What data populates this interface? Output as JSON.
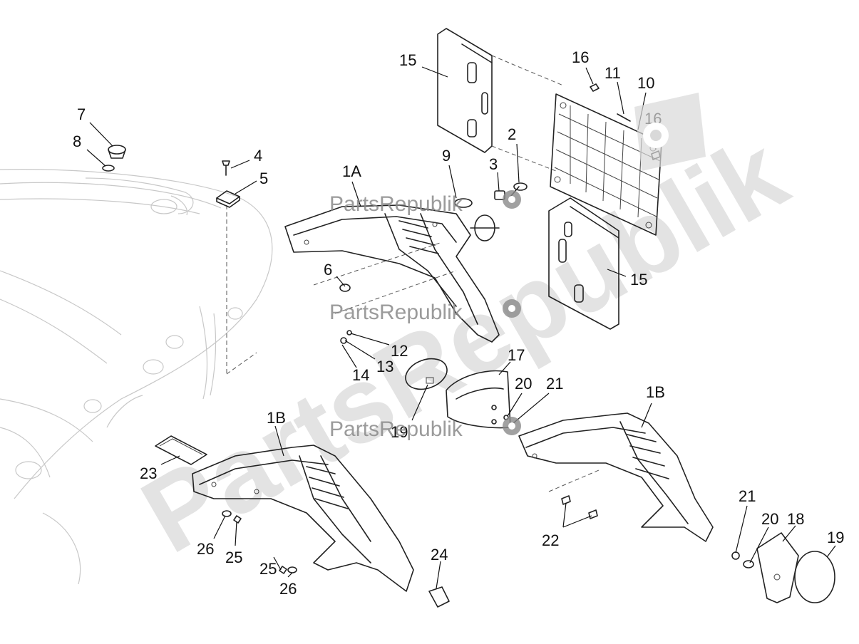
{
  "watermark": {
    "big_text": "PartsRepublik",
    "small_text": "PartsRepublik"
  },
  "callouts": [
    {
      "id": "c15a",
      "label": "15"
    },
    {
      "id": "c16a",
      "label": "16"
    },
    {
      "id": "c11",
      "label": "11"
    },
    {
      "id": "c10",
      "label": "10"
    },
    {
      "id": "c16b",
      "label": "16"
    },
    {
      "id": "c7",
      "label": "7"
    },
    {
      "id": "c8",
      "label": "8"
    },
    {
      "id": "c4",
      "label": "4"
    },
    {
      "id": "c5",
      "label": "5"
    },
    {
      "id": "c1a",
      "label": "1A"
    },
    {
      "id": "c9",
      "label": "9"
    },
    {
      "id": "c3",
      "label": "3"
    },
    {
      "id": "c2",
      "label": "2"
    },
    {
      "id": "c6",
      "label": "6"
    },
    {
      "id": "c15b",
      "label": "15"
    },
    {
      "id": "c12",
      "label": "12"
    },
    {
      "id": "c13",
      "label": "13"
    },
    {
      "id": "c14",
      "label": "14"
    },
    {
      "id": "c17",
      "label": "17"
    },
    {
      "id": "c20a",
      "label": "20"
    },
    {
      "id": "c21a",
      "label": "21"
    },
    {
      "id": "c19a",
      "label": "19"
    },
    {
      "id": "c1b_left",
      "label": "1B"
    },
    {
      "id": "c1b_right",
      "label": "1B"
    },
    {
      "id": "c23",
      "label": "23"
    },
    {
      "id": "c26a",
      "label": "26"
    },
    {
      "id": "c25a",
      "label": "25"
    },
    {
      "id": "c25b",
      "label": "25"
    },
    {
      "id": "c26b",
      "label": "26"
    },
    {
      "id": "c24",
      "label": "24"
    },
    {
      "id": "c22",
      "label": "22"
    },
    {
      "id": "c21b",
      "label": "21"
    },
    {
      "id": "c20b",
      "label": "20"
    },
    {
      "id": "c18",
      "label": "18"
    },
    {
      "id": "c19b",
      "label": "19"
    }
  ]
}
